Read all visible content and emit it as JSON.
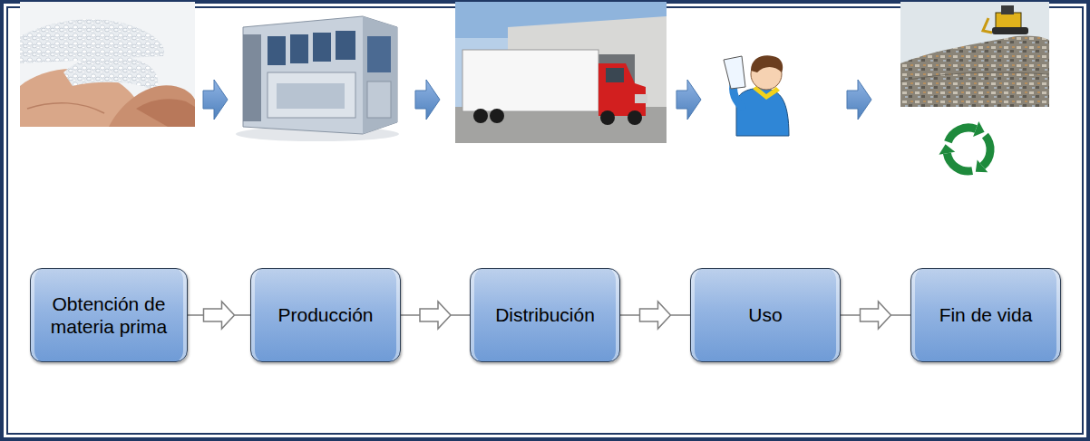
{
  "diagram": {
    "nodes": [
      {
        "text": [
          "Obtención de materia prima"
        ]
      },
      {
        "text": [
          "Producción"
        ]
      },
      {
        "text": [
          "Distribución"
        ]
      },
      {
        "text": [
          "Uso"
        ]
      },
      {
        "text": [
          "Fin de vida"
        ]
      }
    ],
    "edges": [
      {
        "from": 0,
        "to": 1,
        "arrow": "to"
      },
      {
        "from": 1,
        "to": 2,
        "arrow": "to"
      },
      {
        "from": 2,
        "to": 3,
        "arrow": "to"
      },
      {
        "from": 3,
        "to": 4,
        "arrow": "to"
      }
    ]
  }
}
